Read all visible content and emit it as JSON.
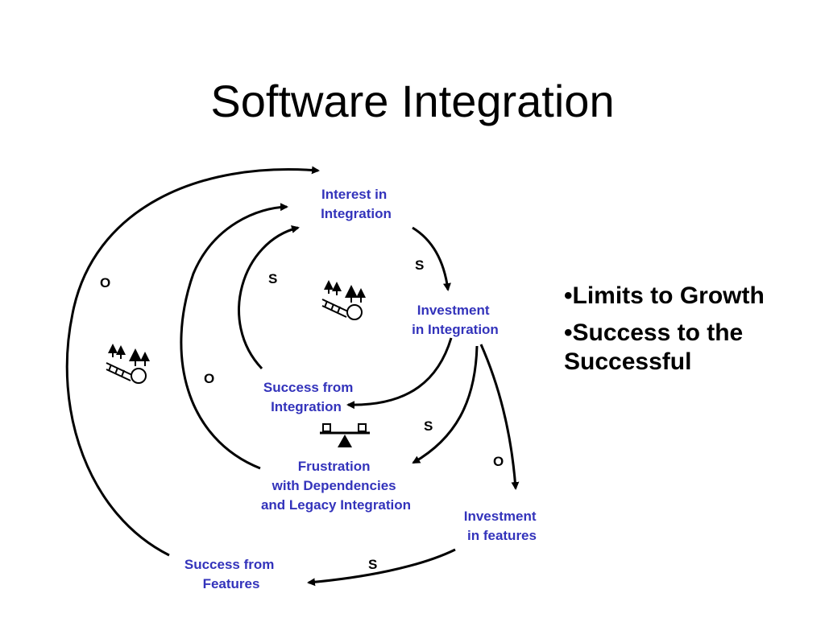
{
  "title": "Software Integration",
  "colors": {
    "node_text": "#3333BB",
    "arrow": "#000000"
  },
  "nodes": {
    "interest": {
      "lines": [
        "Interest in",
        "Integration"
      ]
    },
    "investment": {
      "lines": [
        "Investment",
        "in Integration"
      ]
    },
    "success_int": {
      "lines": [
        "Success from",
        "Integration"
      ]
    },
    "frustration": {
      "lines": [
        "Frustration",
        "with Dependencies",
        "and Legacy Integration"
      ]
    },
    "inv_features": {
      "lines": [
        "Investment",
        "in features"
      ]
    },
    "success_feat": {
      "lines": [
        "Success from",
        "Features"
      ]
    }
  },
  "polarities": {
    "interest_to_investment": "S",
    "success_int_to_interest": "S",
    "frustration_to_interest": "O",
    "success_feat_to_interest": "O",
    "investment_to_frustration": "S",
    "investment_to_features": "O",
    "features_to_success_feat": "S"
  },
  "icons": {
    "limits_icon_1": "growth-limit-icon",
    "limits_icon_2": "growth-limit-icon",
    "balance_icon": "balance-scale-icon"
  },
  "bullets": {
    "items": [
      "•Limits to Growth",
      "•Success to the Successful"
    ]
  }
}
